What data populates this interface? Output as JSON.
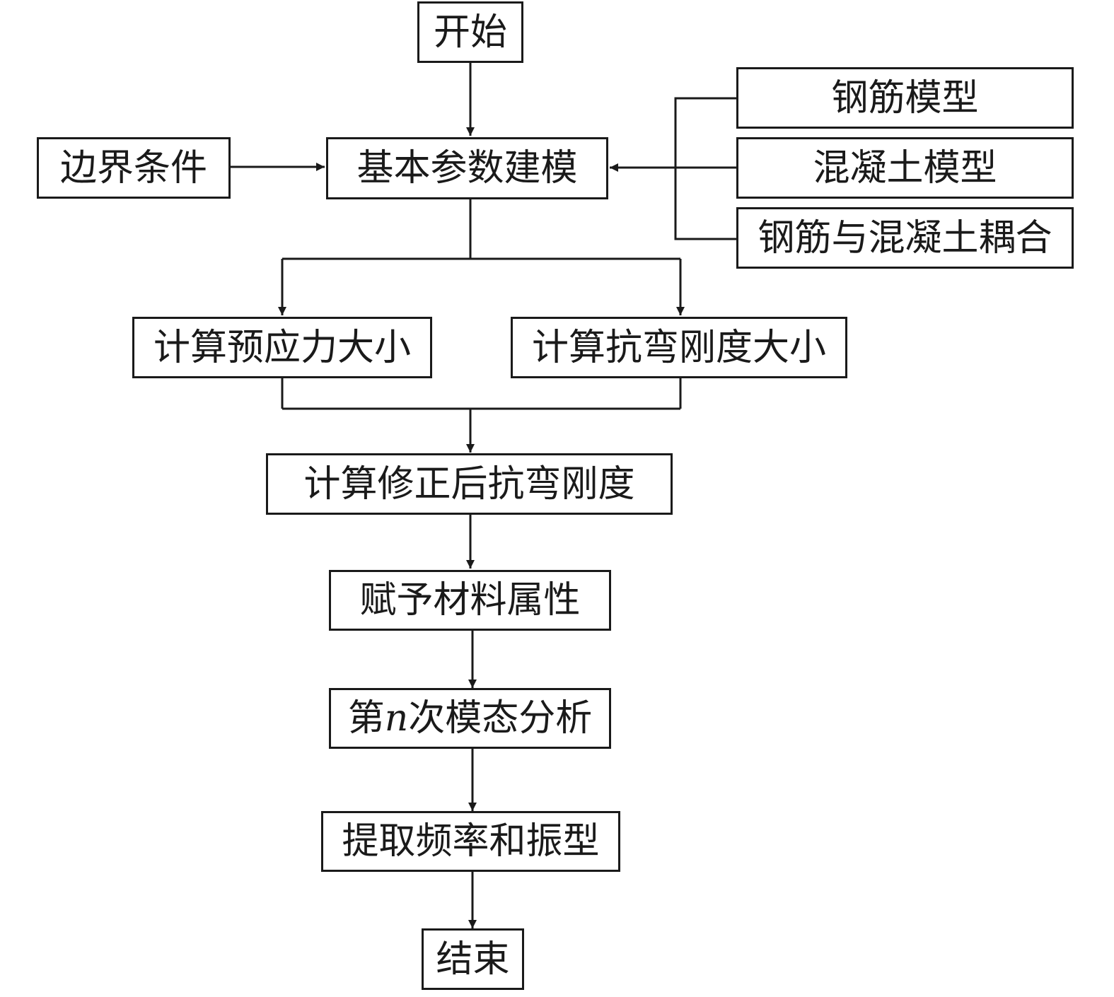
{
  "flowchart": {
    "start": "开始",
    "boundary_conditions": "边界条件",
    "basic_modeling": "基本参数建模",
    "rebar_model": "钢筋模型",
    "concrete_model": "混凝土模型",
    "coupling": "钢筋与混凝土耦合",
    "calc_prestress": "计算预应力大小",
    "calc_stiffness": "计算抗弯刚度大小",
    "calc_corrected_stiffness": "计算修正后抗弯刚度",
    "assign_material": "赋予材料属性",
    "modal_analysis": {
      "prefix": "第",
      "variable": "n",
      "suffix": "次模态分析"
    },
    "extract": "提取频率和振型",
    "end": "结束"
  }
}
